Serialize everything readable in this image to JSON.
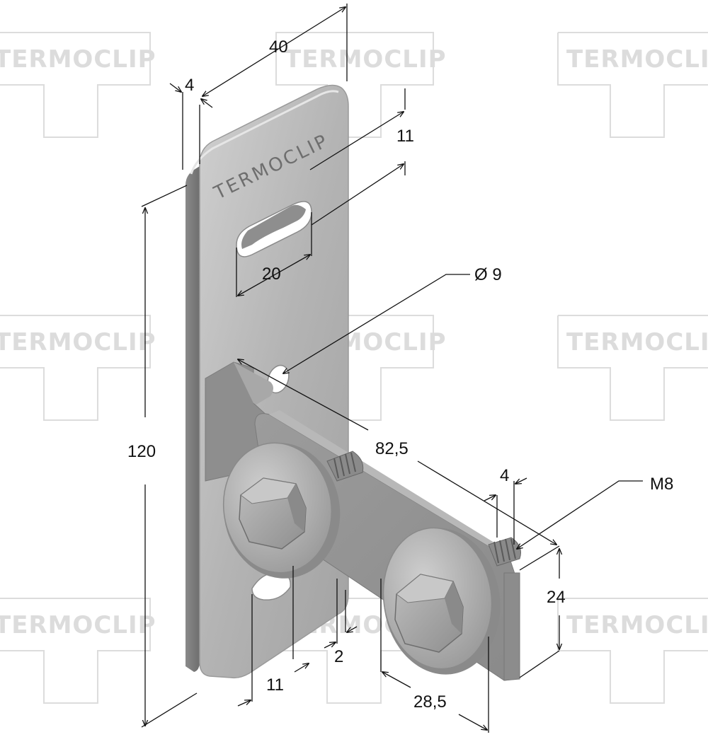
{
  "watermark": {
    "text": "TERMOCLIP"
  },
  "part": {
    "embossed_text": "TERMOCLIP"
  },
  "dimensions": {
    "thickness_top": "4",
    "width_top": "40",
    "slot_height": "11",
    "slot_width": "20",
    "hole_diameter": "Ø 9",
    "total_height": "120",
    "bracket_length": "82,5",
    "thickness_bracket": "4",
    "thread": "M8",
    "bracket_height": "24",
    "offset_11": "11",
    "gap_2": "2",
    "bolt_spacing": "28,5"
  },
  "colors": {
    "metal_light": "#c9c9c9",
    "metal_mid": "#a8a8a8",
    "metal_dark": "#7d7d7d",
    "watermark": "#dcdcdc",
    "dimension_line": "#111111"
  }
}
